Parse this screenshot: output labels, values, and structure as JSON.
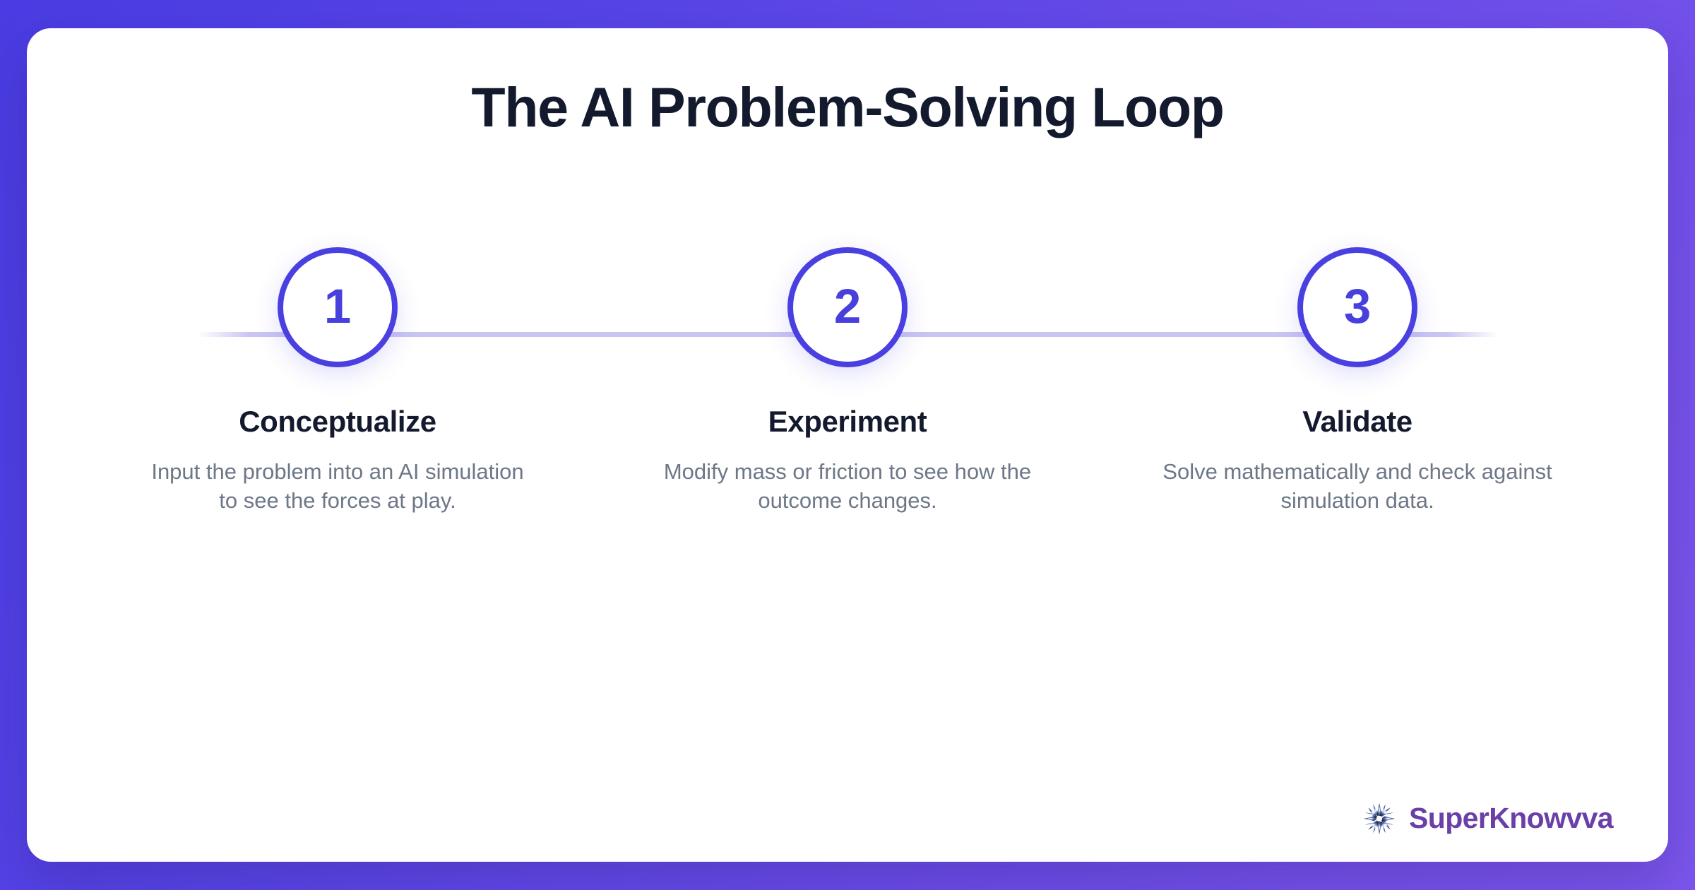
{
  "card": {
    "title": "The AI Problem-Solving Loop"
  },
  "stepper": {
    "steps": [
      {
        "number": "1",
        "title": "Conceptualize",
        "description": "Input the problem into an AI simulation to see the forces at play."
      },
      {
        "number": "2",
        "title": "Experiment",
        "description": "Modify mass or friction to see how the outcome changes."
      },
      {
        "number": "3",
        "title": "Validate",
        "description": "Solve mathematically and check against simulation data."
      }
    ]
  },
  "logo": {
    "icon": "starburst-icon",
    "text": "SuperKnowvva"
  },
  "colors": {
    "background_gradient_start": "#4a3ce2",
    "background_gradient_end": "#7c56ec",
    "card_background": "#ffffff",
    "accent": "#4a3fe0",
    "number": "#4840dc",
    "connector": "#c9c5f2",
    "title_text": "#141a2e",
    "body_text": "#6d7787",
    "logo_text": "#6b3fa8"
  }
}
